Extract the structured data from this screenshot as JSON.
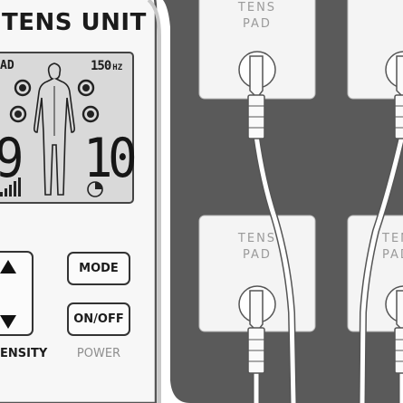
{
  "device": {
    "title": "TENS UNIT",
    "display": {
      "pad_indicator": "AD",
      "frequency": "150",
      "frequency_unit": "HZ",
      "intensity_level": "9",
      "timer_level": "10",
      "signal_icon": "signal-bars-icon",
      "timer_icon": "timer-icon",
      "body_icon": "human-body-icon"
    },
    "buttons": {
      "up_icon": "triangle-up-icon",
      "down_icon": "triangle-down-icon",
      "mode_label": "MODE",
      "power_label": "ON/OFF"
    },
    "captions": {
      "intensity": "ENSITY",
      "power": "POWER"
    }
  },
  "pads": [
    {
      "label_line1": "TENS",
      "label_line2": "PAD"
    },
    {
      "label_line1": "",
      "label_line2": ""
    },
    {
      "label_line1": "TENS",
      "label_line2": "PAD"
    },
    {
      "label_line1": "TENS",
      "label_line2": "PAD"
    }
  ],
  "colors": {
    "background": "#5a5a5a",
    "device_body": "#f7f7f7",
    "lcd": "#d9d9d9",
    "pad": "#f4f4f4",
    "pad_text": "#9a9a9a"
  }
}
